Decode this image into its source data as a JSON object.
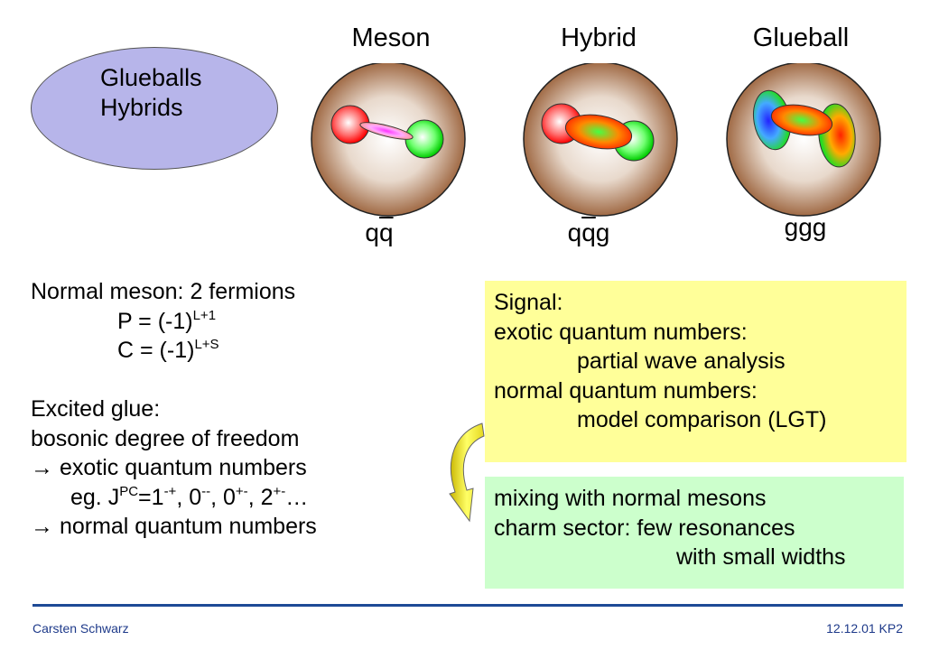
{
  "topic_ellipse": {
    "line1": "Glueballs",
    "line2": "Hybrids"
  },
  "diagrams": [
    {
      "label": "Meson",
      "content": "qq",
      "content_overline": "q",
      "content_plain": "q",
      "content_suffix": ""
    },
    {
      "label": "Hybrid",
      "content": "qqg",
      "content_overline": "q",
      "content_plain": "q",
      "content_suffix": "g"
    },
    {
      "label": "Glueball",
      "content": "ggg"
    }
  ],
  "left_text": {
    "normal_meson": "Normal meson: 2 fermions",
    "p_base": "P = (-1)",
    "p_exp": "L+1",
    "c_base": "C = (-1)",
    "c_exp": "L+S",
    "excited_glue": "Excited glue:",
    "bosonic": "bosonic degree of freedom",
    "exotic": "→ exotic quantum numbers",
    "eg_prefix": "eg. J",
    "eg_exp": "PC",
    "eg_v1": "=1",
    "eg_v1_exp": "-+",
    "eg_v2": ", 0",
    "eg_v2_exp": "--",
    "eg_v3": ", 0",
    "eg_v3_exp": "+-",
    "eg_v4": ", 2",
    "eg_v4_exp": "+-",
    "eg_suffix": "…",
    "normal": "→ normal quantum numbers"
  },
  "signal_box": {
    "line1": "Signal:",
    "line2": "exotic quantum numbers:",
    "line3": "partial wave analysis",
    "line4": "normal quantum numbers:",
    "line5": "model comparison (LGT)"
  },
  "mixing_box": {
    "line1": "mixing with normal mesons",
    "line2": "charm sector: few resonances",
    "line3": "with small widths"
  },
  "footer": {
    "author": "Carsten Schwarz",
    "date_ref": "12.12.01 KP2"
  },
  "colors": {
    "ellipse_fill": "#b7b5ea",
    "signal_box": "#ffff99",
    "mixing_box": "#ccffcc",
    "footer_line": "#1e4a96",
    "arrow": "#e5d820"
  }
}
